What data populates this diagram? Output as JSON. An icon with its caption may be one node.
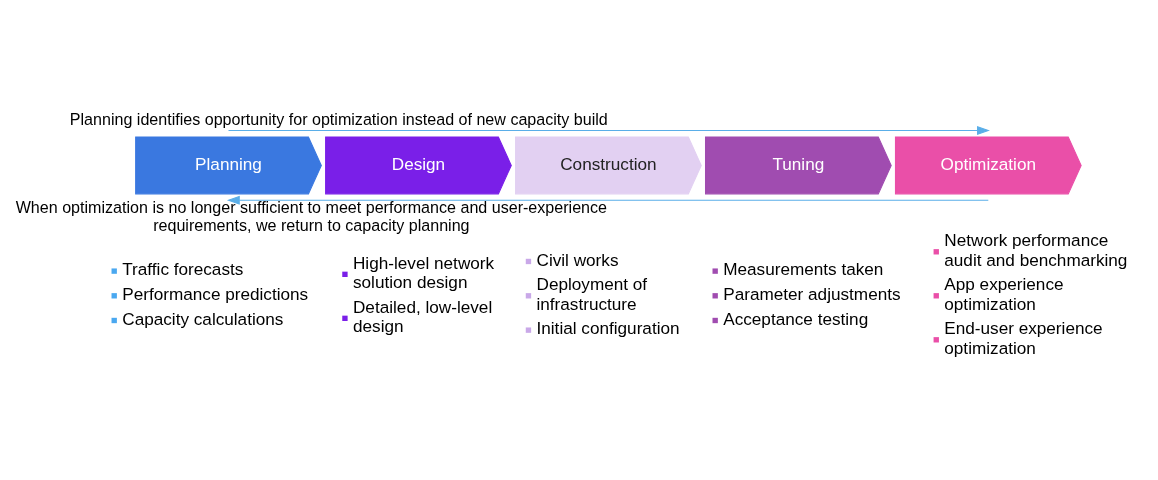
{
  "diagram": {
    "nodes": [
      {
        "text": [
          "Planning"
        ],
        "beside": [
          "Traffic forecasts",
          "Performance predictions",
          "Capacity calculations"
        ]
      },
      {
        "text": [
          "Design"
        ],
        "beside": [
          "High-level network solution design",
          "Detailed, low-level design"
        ]
      },
      {
        "text": [
          "Construction"
        ],
        "beside": [
          "Civil works",
          "Deployment of infrastructure",
          "Initial configuration"
        ]
      },
      {
        "text": [
          "Tuning"
        ],
        "beside": [
          "Measurements taken",
          "Parameter adjustments",
          "Acceptance testing"
        ]
      },
      {
        "text": [
          "Optimization"
        ],
        "beside": [
          "Network performance audit and benchmarking",
          "App experience optimization",
          "End-user experience optimization"
        ]
      }
    ],
    "edges": [
      {
        "from": 0,
        "to": 4,
        "arrow": "to",
        "label": "Planning identifies opportunity for optimization instead of new capacity build"
      },
      {
        "from": 4,
        "to": 0,
        "arrow": "to",
        "label": "When optimization is no longer sufficient to meet performance and user-experience requirements, we return to capacity planning"
      }
    ]
  }
}
